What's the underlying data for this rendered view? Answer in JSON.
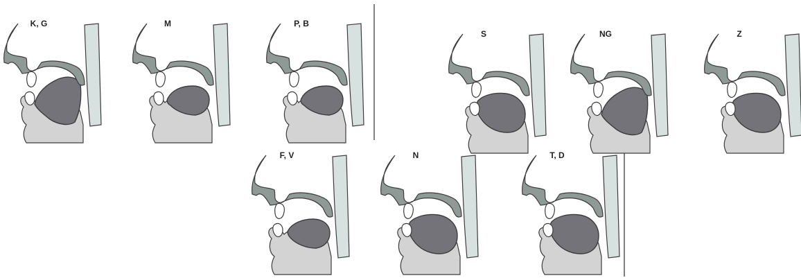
{
  "colors": {
    "tongue": "#75737a",
    "jaw": "#d3d3d3",
    "palate": "#8f9a97",
    "pharynx_wall": "#d7e2e0",
    "stroke": "#3c3c3c",
    "teeth": "#ffffff",
    "divider": "#555555",
    "label": "#222222"
  },
  "panels": [
    {
      "label": "K, G",
      "pose": "back"
    },
    {
      "label": "M",
      "pose": "closed"
    },
    {
      "label": "P, B",
      "pose": "closed"
    },
    {
      "label": "S",
      "pose": "front"
    },
    {
      "label": "NG",
      "pose": "back"
    },
    {
      "label": "Z",
      "pose": "front"
    },
    {
      "label": "F, V",
      "pose": "labiodental"
    },
    {
      "label": "N",
      "pose": "front"
    },
    {
      "label": "T, D",
      "pose": "front"
    }
  ]
}
